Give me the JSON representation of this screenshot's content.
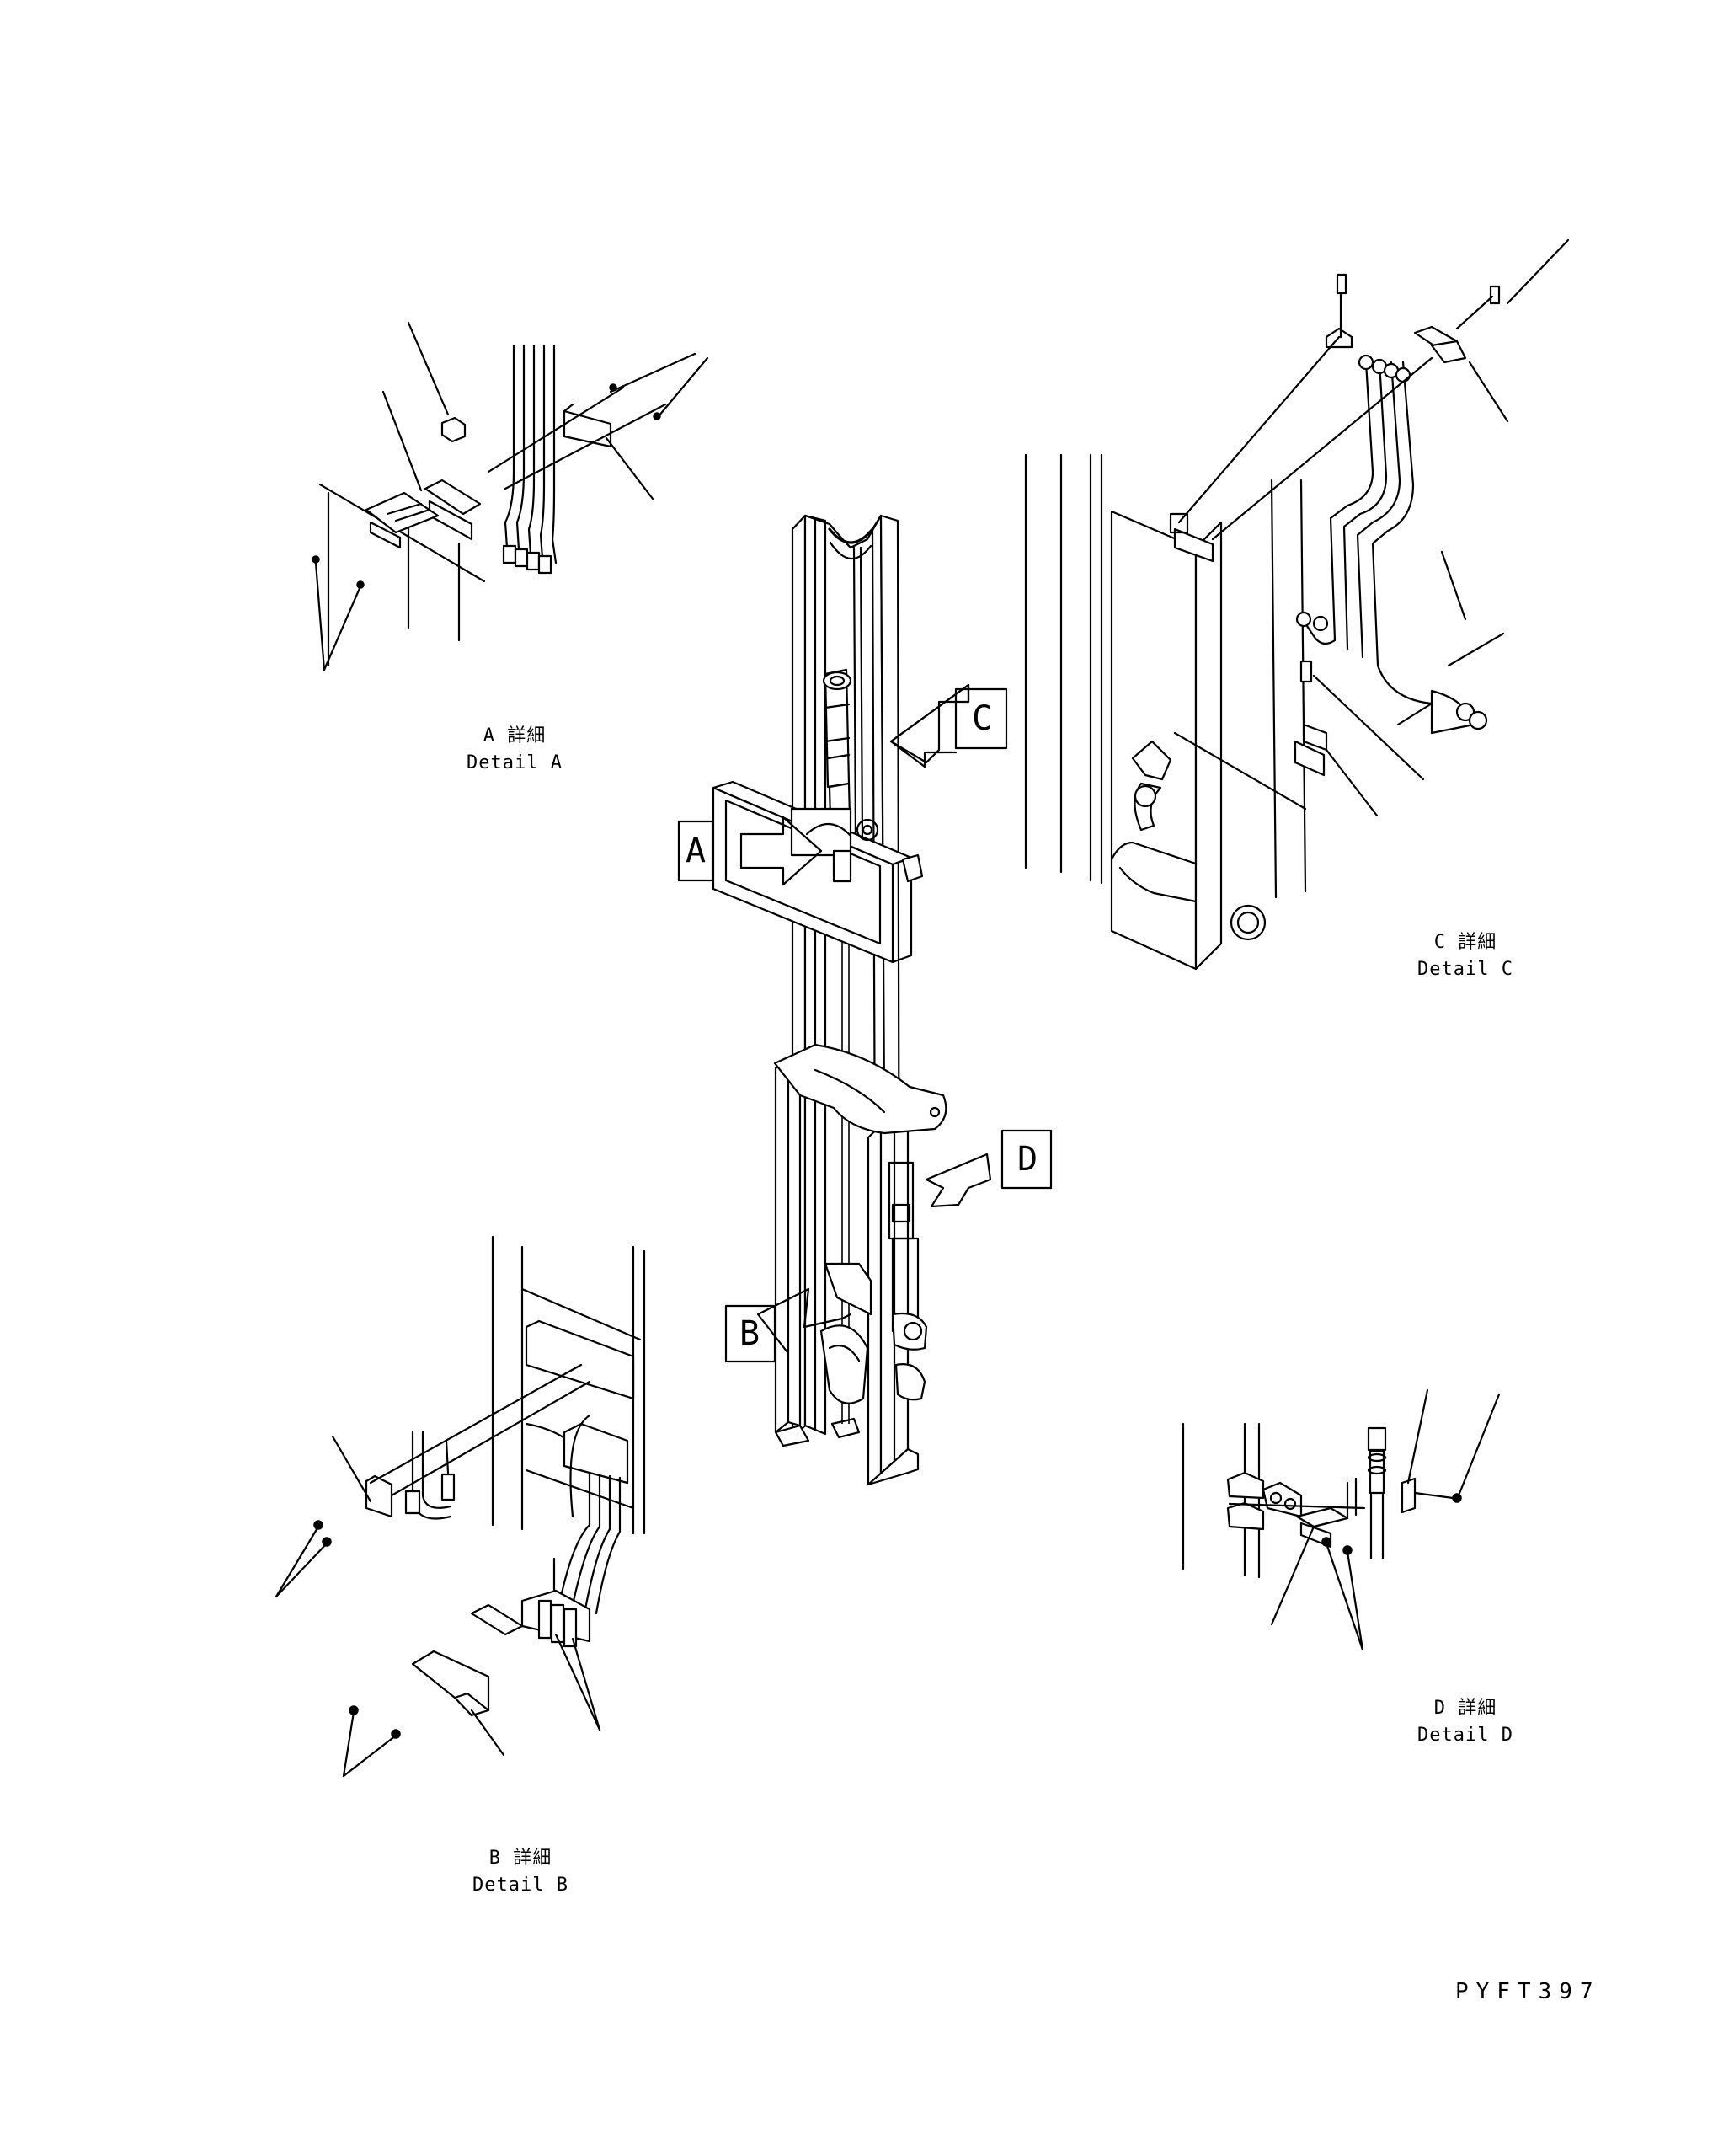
{
  "diagram": {
    "drawing_number": "PYFT397",
    "callouts": [
      "A",
      "B",
      "C",
      "D"
    ],
    "details": [
      {
        "id": "a",
        "caption_jp": "A 詳細",
        "caption_en": "Detail A"
      },
      {
        "id": "b",
        "caption_jp": "B 詳細",
        "caption_en": "Detail B"
      },
      {
        "id": "c",
        "caption_jp": "C 詳細",
        "caption_en": "Detail C"
      },
      {
        "id": "d",
        "caption_jp": "D 詳細",
        "caption_en": "Detail D"
      }
    ]
  }
}
